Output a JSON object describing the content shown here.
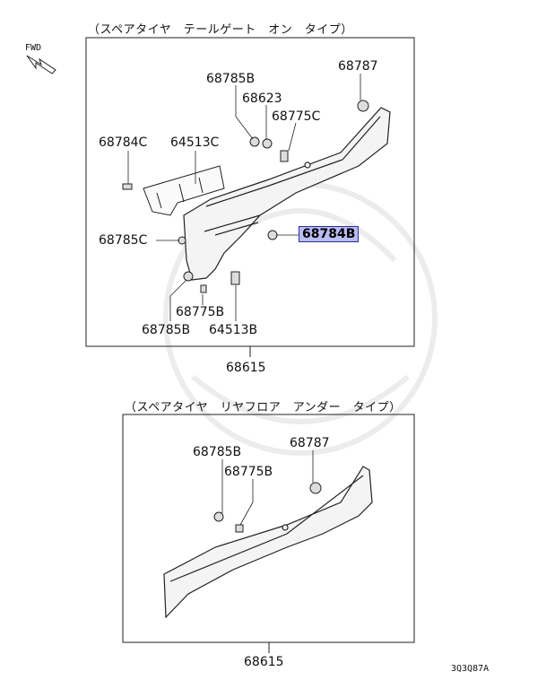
{
  "fwd_label": "FWD",
  "top_diagram": {
    "title": "（スペアタイヤ　テールゲート　オン　タイプ）",
    "assembly_part": "68615",
    "callouts": {
      "p68785B_a": "68785B",
      "p68623": "68623",
      "p68787": "68787",
      "p68775C": "68775C",
      "p68784C": "68784C",
      "p64513C": "64513C",
      "p68784B": "68784B",
      "p68785C": "68785C",
      "p68775B": "68775B",
      "p68785B_b": "68785B",
      "p64513B": "64513B"
    }
  },
  "bottom_diagram": {
    "title": "（スペアタイヤ　リヤフロア　アンダー　タイプ）",
    "assembly_part": "68615",
    "callouts": {
      "p68785B": "68785B",
      "p68787": "68787",
      "p68775B": "68775B"
    }
  },
  "diagram_code": "3Q3Q87A",
  "highlight_color": "#b9bdf0"
}
